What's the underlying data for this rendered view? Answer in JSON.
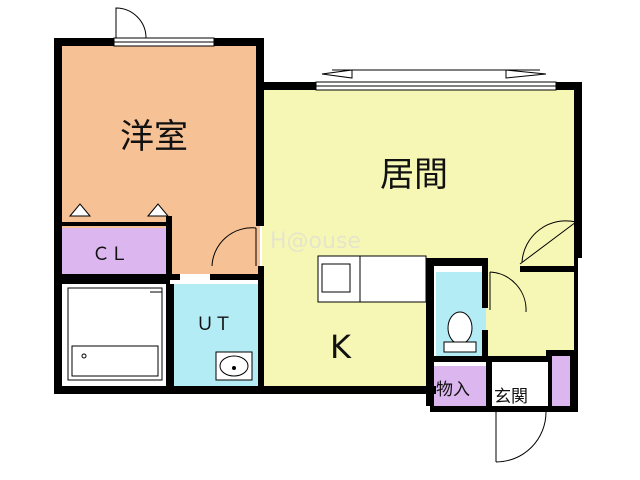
{
  "rooms": {
    "western_room": "洋室",
    "living_room": "居間",
    "closet": "ＣＬ",
    "utility": "ＵＴ",
    "kitchen": "K",
    "storage": "物入",
    "entrance": "玄関"
  },
  "watermark": "H@ouse",
  "colors": {
    "western_room": "#f5c195",
    "living_room": "#f6f7b4",
    "closet": "#dcb6ee",
    "utility": "#b4ecf6",
    "toilet": "#b4ecf6",
    "storage": "#dcb6ee",
    "entrance": "#ffffff",
    "wall": "#000000"
  }
}
